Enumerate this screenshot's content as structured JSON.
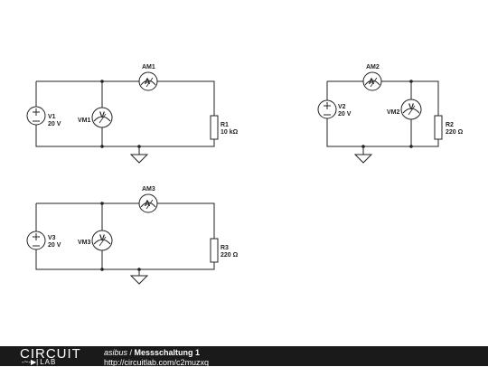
{
  "circuits": [
    {
      "source": {
        "name": "V1",
        "value": "20 V"
      },
      "voltmeter": {
        "name": "VM1",
        "symbol": "V"
      },
      "ammeter": {
        "name": "AM1",
        "symbol": "A"
      },
      "resistor": {
        "name": "R1",
        "value": "10 kΩ"
      }
    },
    {
      "source": {
        "name": "V2",
        "value": "20 V"
      },
      "voltmeter": {
        "name": "VM2",
        "symbol": "V"
      },
      "ammeter": {
        "name": "AM2",
        "symbol": "A"
      },
      "resistor": {
        "name": "R2",
        "value": "220 Ω"
      }
    },
    {
      "source": {
        "name": "V3",
        "value": "20 V"
      },
      "voltmeter": {
        "name": "VM3",
        "symbol": "V"
      },
      "ammeter": {
        "name": "AM3",
        "symbol": "A"
      },
      "resistor": {
        "name": "R3",
        "value": "220 Ω"
      }
    }
  ],
  "footer": {
    "logo_top": "CIRCUIT",
    "logo_mark": "-~-▶|",
    "logo_bottom": "LAB",
    "author": "asibus",
    "separator": " / ",
    "title": "Messschaltung 1",
    "url": "http://circuitlab.com/c2muzxq"
  }
}
